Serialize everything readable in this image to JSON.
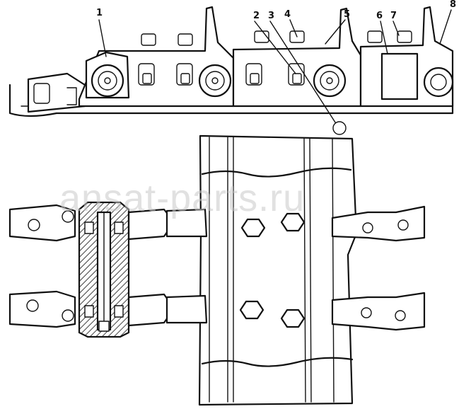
{
  "watermark": "ansat-parts.ru",
  "callouts": [
    "1",
    "2",
    "3",
    "4",
    "5",
    "6",
    "7",
    "8"
  ]
}
